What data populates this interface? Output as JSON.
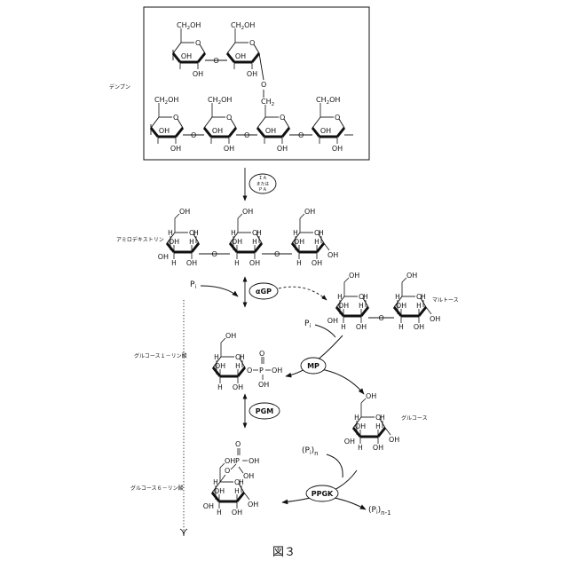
{
  "labels": {
    "starch": "デンプン",
    "amylodextrin": "アミロデキストリン",
    "maltose": "マルトース",
    "g1p": "グルコース１－リン酸",
    "glucose": "グルコース",
    "g6p": "グルコース６－リン酸",
    "figure": "図３"
  },
  "enzymes": {
    "debranch": [
      "ＩＡ",
      "または",
      "ＰＡ"
    ],
    "agp": "αGP",
    "mp": "MP",
    "pgm": "PGM",
    "ppgk": "PPGK"
  },
  "reagents": {
    "pi": "P",
    "pi_sub": "i",
    "pn_paren": "(P",
    "pn_close": ")",
    "n": "n",
    "n1": "n-1"
  },
  "atoms": {
    "ch2oh": "CH",
    "sub2": "2",
    "oh": "OH",
    "o": "O",
    "h": "H",
    "p": "P",
    "ch2": "CH"
  }
}
